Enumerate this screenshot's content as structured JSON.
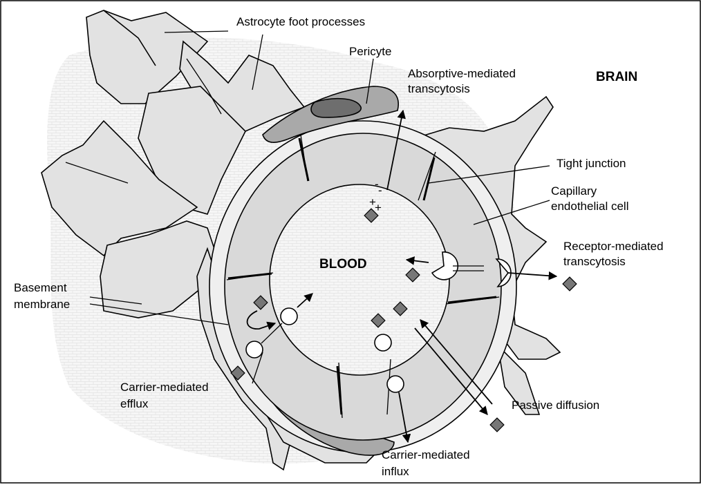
{
  "labels": {
    "astrocyte": "Astrocyte foot processes",
    "pericyte": "Pericyte",
    "absorptive_1": "Absorptive-mediated",
    "absorptive_2": "transcytosis",
    "brain": "BRAIN",
    "tight_junction": "Tight junction",
    "capillary_1": "Capillary",
    "capillary_2": "endothelial cell",
    "receptor_1": "Receptor-mediated",
    "receptor_2": "transcytosis",
    "blood": "BLOOD",
    "basement_1": "Basement",
    "basement_2": "membrane",
    "efflux_1": "Carrier-mediated",
    "efflux_2": "efflux",
    "passive": "Passive diffusion",
    "influx_1": "Carrier-mediated",
    "influx_2": "influx",
    "minus": "-",
    "minus2": "-",
    "plus": "+",
    "plus2": "+"
  }
}
